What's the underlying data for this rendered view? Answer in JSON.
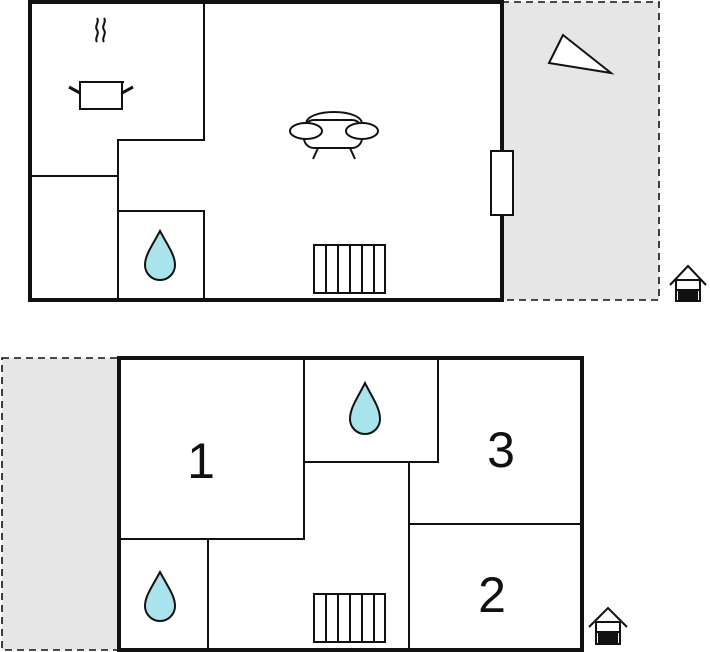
{
  "floor_plan": {
    "ground_floor": {
      "terrace": "terrace",
      "icons": [
        "cooking-pot-icon",
        "sofa-icon",
        "bathroom-drop-icon",
        "radiator-icon",
        "door-icon",
        "sun-lounger-icon",
        "house-entrance-icon"
      ]
    },
    "upper_floor": {
      "bedrooms": [
        {
          "number": "1"
        },
        {
          "number": "3"
        },
        {
          "number": "2"
        }
      ],
      "icons": [
        "bathroom-drop-icon",
        "bathroom-drop-icon",
        "radiator-icon",
        "house-entrance-icon"
      ]
    }
  },
  "colors": {
    "wall": "#111111",
    "terrace_fill": "#e6e6e6",
    "water_drop": "#a9e4ec"
  }
}
